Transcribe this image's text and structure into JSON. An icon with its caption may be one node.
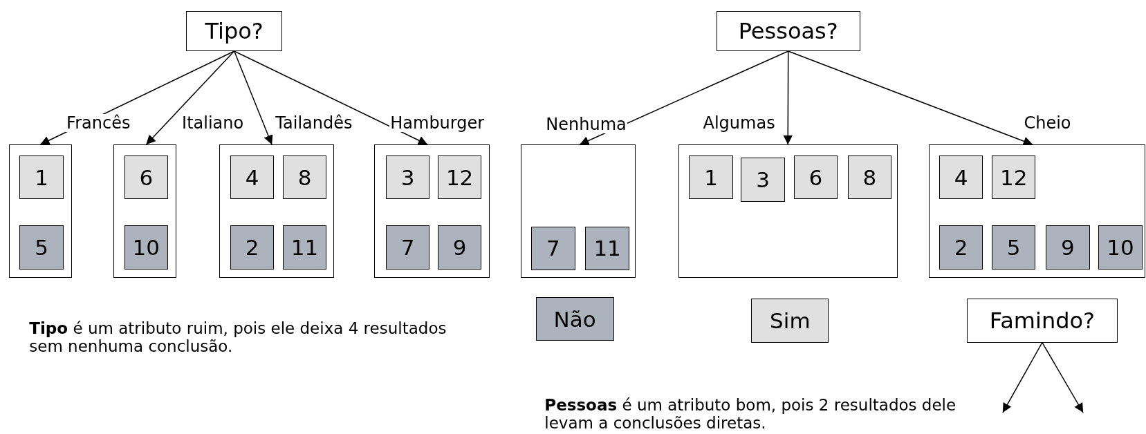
{
  "diagram": {
    "nodes": [
      {
        "text": [
          "Tipo?"
        ]
      },
      {
        "text": [],
        "shape": "box"
      },
      {
        "text": [
          "1"
        ],
        "in": 1
      },
      {
        "text": [
          "5"
        ],
        "in": 1
      },
      {
        "text": [],
        "shape": "box"
      },
      {
        "text": [
          "6"
        ],
        "in": 4
      },
      {
        "text": [
          "10"
        ],
        "in": 4
      },
      {
        "text": [],
        "shape": "box"
      },
      {
        "text": [
          "4"
        ],
        "in": 7
      },
      {
        "text": [
          "8"
        ],
        "in": 7
      },
      {
        "text": [
          "2"
        ],
        "in": 7
      },
      {
        "text": [
          "11"
        ],
        "in": 7
      },
      {
        "text": [],
        "shape": "box"
      },
      {
        "text": [
          "3"
        ],
        "in": 12
      },
      {
        "text": [
          "12"
        ],
        "in": 12
      },
      {
        "text": [
          "7"
        ],
        "in": 12
      },
      {
        "text": [
          "9"
        ],
        "in": 12
      },
      {
        "text": [
          "Pessoas?"
        ]
      },
      {
        "text": [],
        "shape": "box"
      },
      {
        "text": [
          "7"
        ],
        "in": 18
      },
      {
        "text": [
          "11"
        ],
        "in": 18
      },
      {
        "text": [],
        "shape": "box"
      },
      {
        "text": [
          "1"
        ],
        "in": 21
      },
      {
        "text": [
          "3"
        ],
        "in": 21
      },
      {
        "text": [
          "6"
        ],
        "in": 21
      },
      {
        "text": [
          "8"
        ],
        "in": 21
      },
      {
        "text": [],
        "shape": "box"
      },
      {
        "text": [
          "4"
        ],
        "in": 26
      },
      {
        "text": [
          "12"
        ],
        "in": 26
      },
      {
        "text": [
          "2"
        ],
        "in": 26
      },
      {
        "text": [
          "5"
        ],
        "in": 26
      },
      {
        "text": [
          "9"
        ],
        "in": 26
      },
      {
        "text": [
          "10"
        ],
        "in": 26
      },
      {
        "text": [
          "Não"
        ]
      },
      {
        "text": [
          "Sim"
        ]
      },
      {
        "text": [
          "Famindo?"
        ]
      }
    ],
    "edges": [
      {
        "from": 0,
        "to": 1,
        "arrow": "to",
        "label": "Francês"
      },
      {
        "from": 0,
        "to": 4,
        "arrow": "to",
        "label": "Italiano"
      },
      {
        "from": 0,
        "to": 7,
        "arrow": "to",
        "label": "Tailandês"
      },
      {
        "from": 0,
        "to": 12,
        "arrow": "to",
        "label": "Hamburger"
      },
      {
        "from": 17,
        "to": 18,
        "arrow": "to",
        "label": "Nenhuma"
      },
      {
        "from": 17,
        "to": 21,
        "arrow": "to",
        "label": "Algumas"
      },
      {
        "from": 17,
        "to": 26,
        "arrow": "to",
        "label": "Cheio"
      },
      {
        "from": 35,
        "to": null,
        "arrow": "to"
      },
      {
        "from": 35,
        "to": null,
        "arrow": "to"
      }
    ],
    "labels": [
      "**Tipo** é um atributo ruim, pois ele deixa 4 resultados sem nenhuma conclusão.",
      "**Pessoas** é um atributo bom, pois 2 resultados dele levam a conclusões diretas."
    ]
  }
}
